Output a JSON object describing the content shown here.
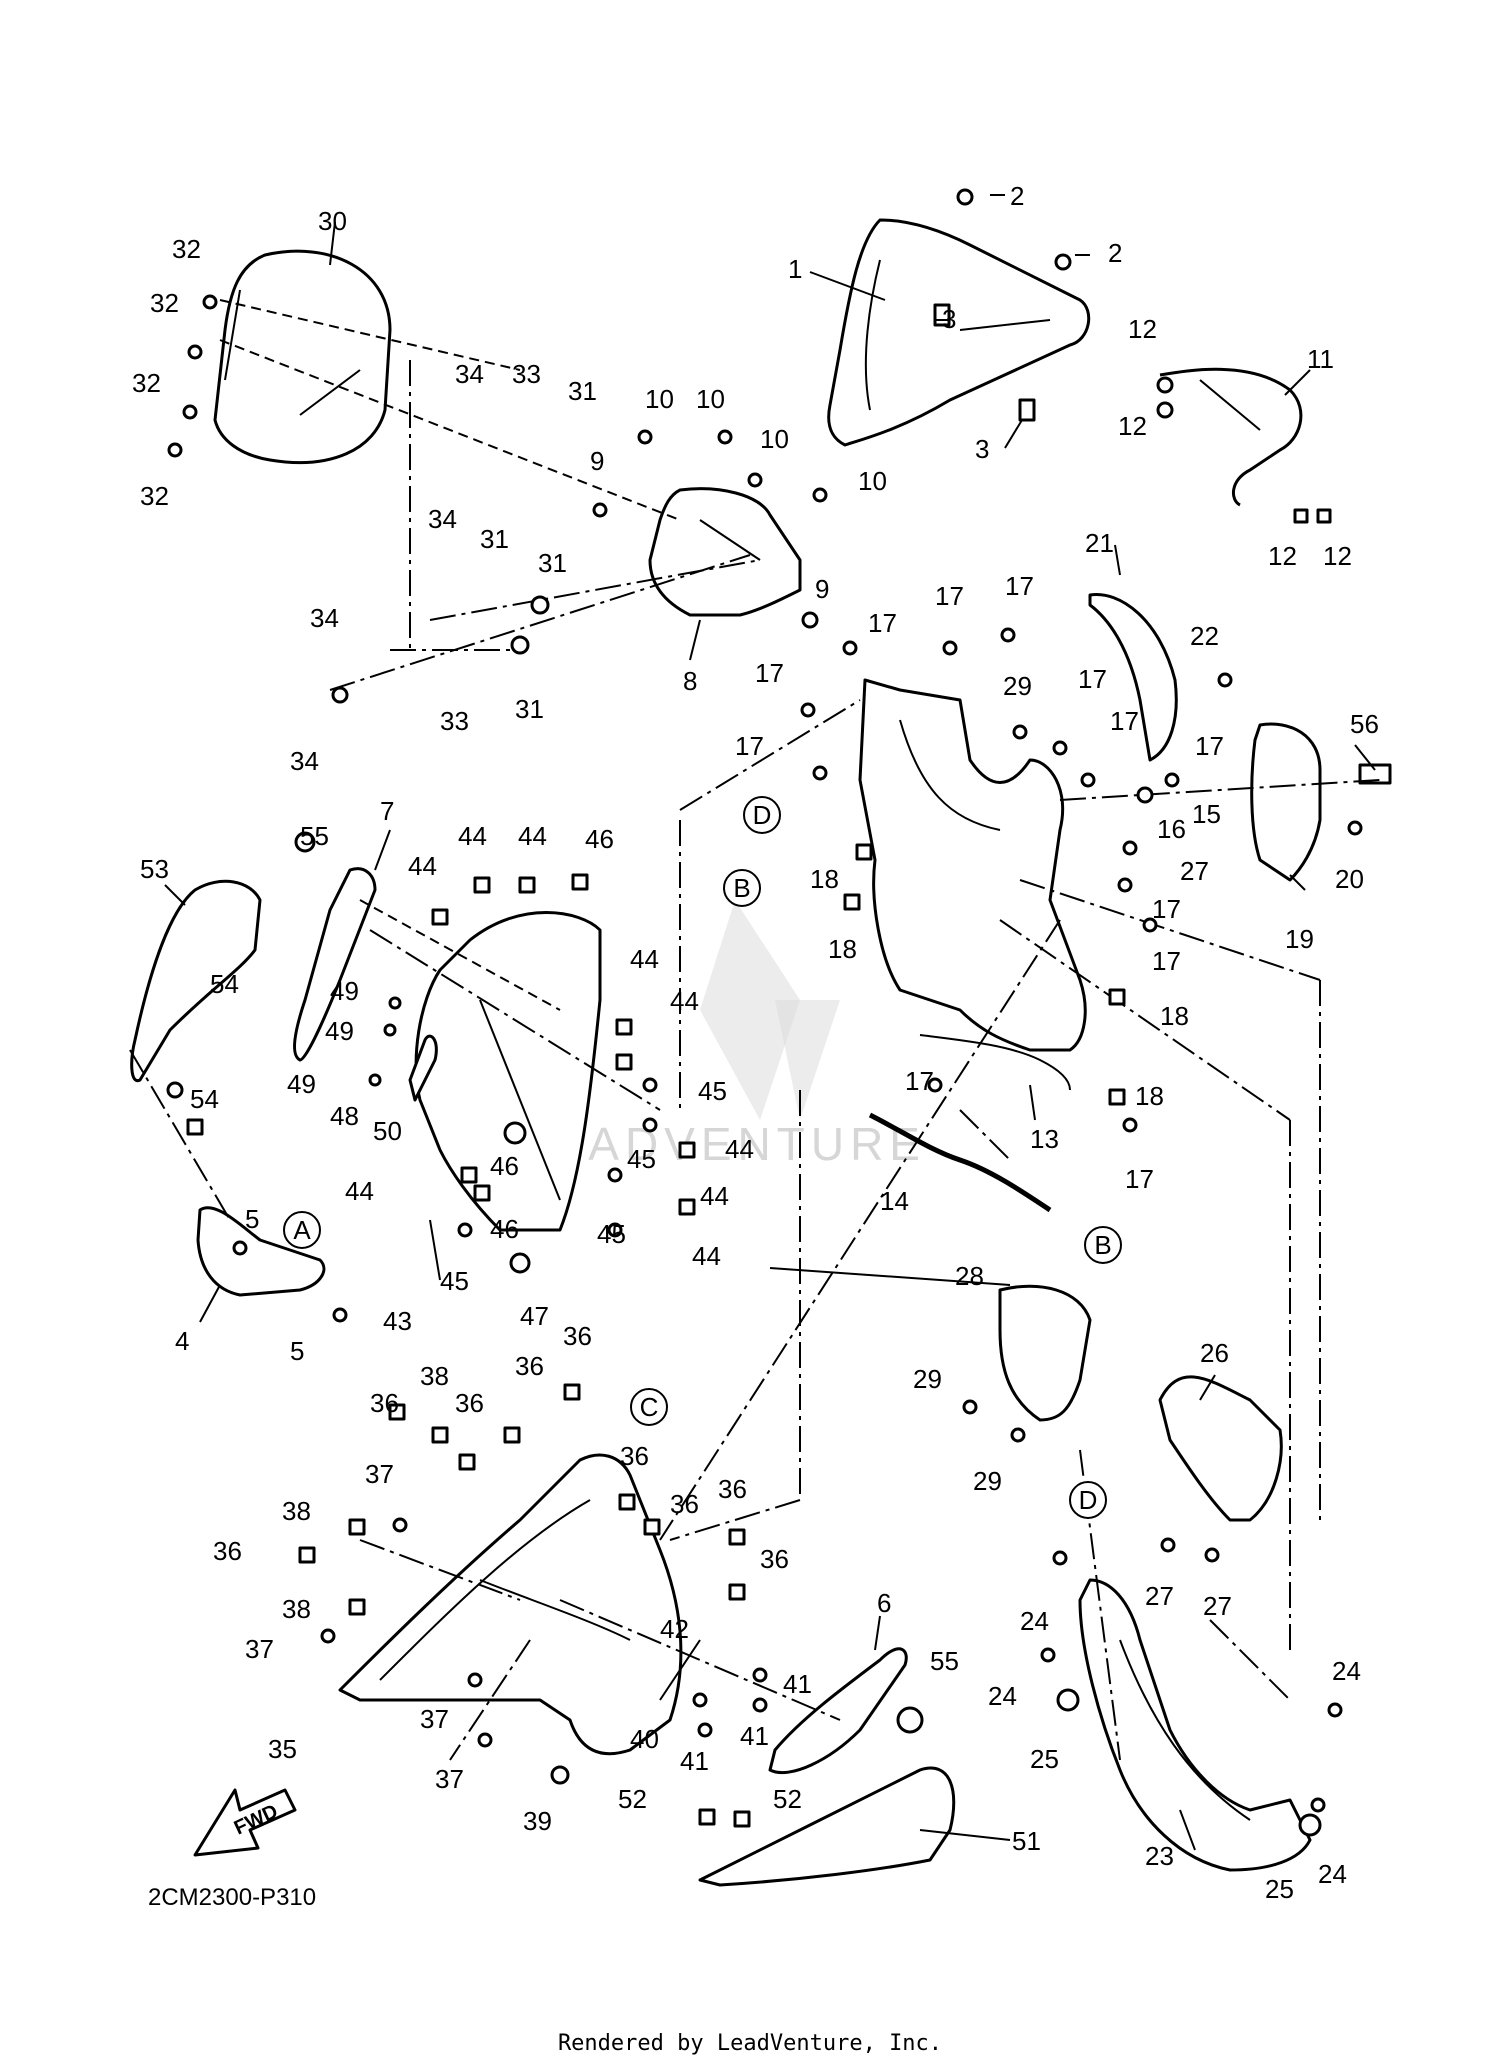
{
  "diagram": {
    "part_code": "2CM2300-P310",
    "footer": "Rendered by LeadVenture, Inc.",
    "watermark": "LEADVENTURE",
    "fwd_label": "FWD",
    "refs": [
      "A",
      "B",
      "C",
      "D"
    ],
    "callouts": [
      "1",
      "2",
      "3",
      "4",
      "5",
      "6",
      "7",
      "8",
      "9",
      "10",
      "11",
      "12",
      "13",
      "14",
      "15",
      "16",
      "17",
      "18",
      "19",
      "20",
      "21",
      "22",
      "23",
      "24",
      "25",
      "26",
      "27",
      "28",
      "29",
      "30",
      "31",
      "32",
      "33",
      "34",
      "35",
      "36",
      "37",
      "38",
      "39",
      "40",
      "41",
      "42",
      "43",
      "44",
      "45",
      "46",
      "47",
      "48",
      "49",
      "50",
      "51",
      "52",
      "53",
      "54",
      "55",
      "56"
    ]
  }
}
